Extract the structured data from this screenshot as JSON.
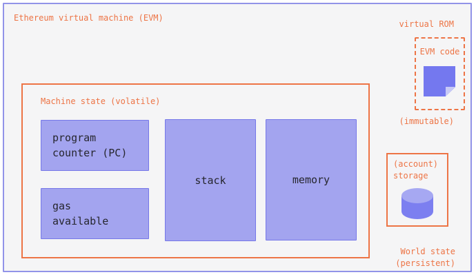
{
  "colors": {
    "orange": "#ed7445",
    "outer_border": "#9193e8",
    "bg": "#f5f5f6",
    "purple_fill": "#a3a4ef",
    "purple_border": "#7577e8",
    "text_dark": "#26262e",
    "note": "#7478ef",
    "note_fold": "#c7c9f6",
    "cyl_body": "#7c7ff0",
    "cyl_top": "#a6a8f2"
  },
  "evm": {
    "title": "Ethereum virtual machine (EVM)"
  },
  "machine_state": {
    "label": "Machine state (volatile)",
    "boxes": {
      "program_counter": "program\ncounter (PC)",
      "gas_available": "gas\navailable",
      "stack": "stack",
      "memory": "memory"
    }
  },
  "virtual_rom": {
    "label": "virtual ROM",
    "evm_code_label": "EVM code",
    "immutable_label": "(immutable)",
    "icon": "note-page-icon"
  },
  "world_state": {
    "storage_label": "(account)\nstorage",
    "label": "World state\n(persistent)",
    "icon": "database-cylinder-icon"
  }
}
